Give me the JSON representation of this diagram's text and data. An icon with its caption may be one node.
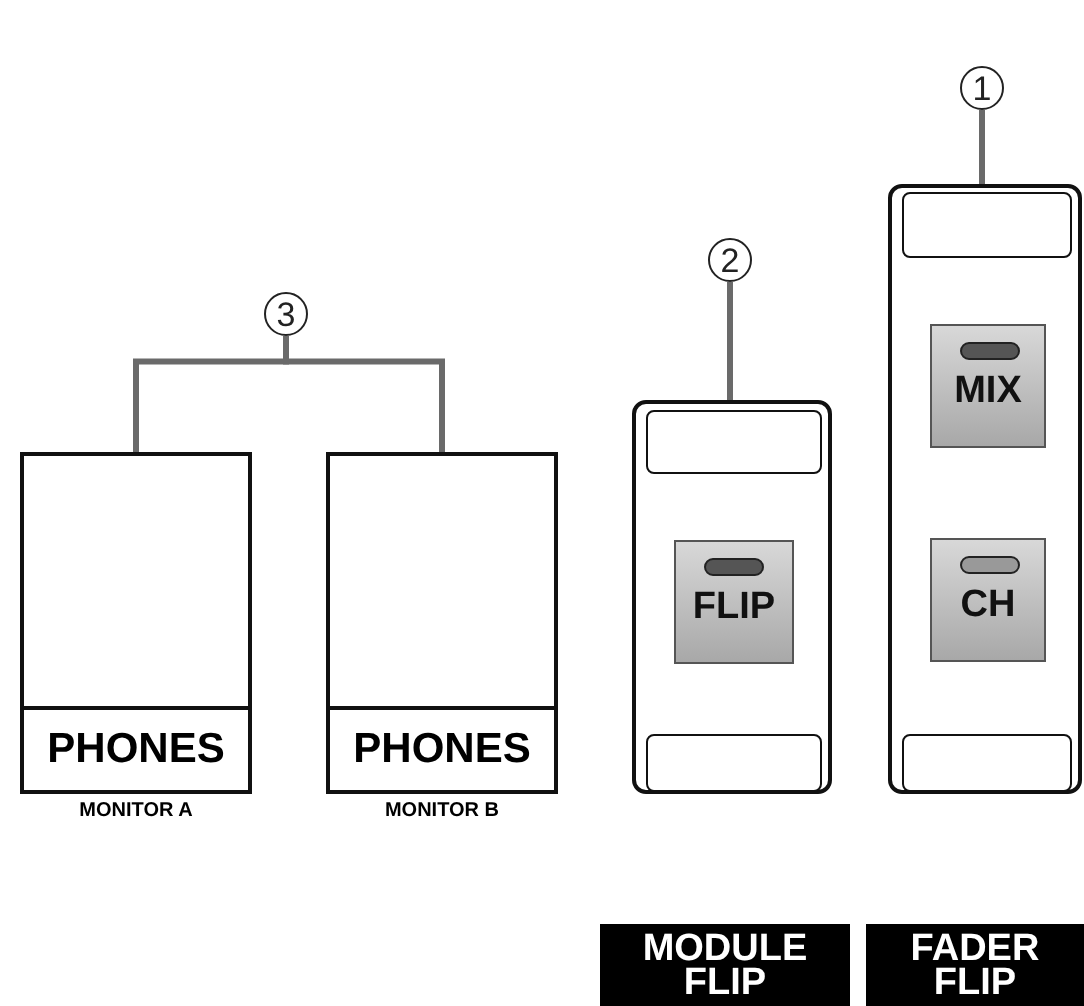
{
  "diagram": {
    "nodes": [
      {
        "text": [
          "3"
        ]
      },
      {
        "text": [
          "PHONES"
        ],
        "beside": [
          "MONITOR A"
        ]
      },
      {
        "text": [
          "PHONES"
        ],
        "beside": [
          "MONITOR B"
        ]
      },
      {
        "text": [
          "2"
        ]
      },
      {
        "text": [],
        "shape": "box"
      },
      {
        "text": [],
        "shape": "box",
        "in": 4
      },
      {
        "text": [
          "FLIP"
        ],
        "in": 4
      },
      {
        "text": [],
        "shape": "box",
        "in": 4
      },
      {
        "text": [
          "1"
        ]
      },
      {
        "text": [],
        "shape": "box"
      },
      {
        "text": [],
        "shape": "box",
        "in": 9
      },
      {
        "text": [
          "MIX"
        ],
        "in": 9
      },
      {
        "text": [
          "CH"
        ],
        "in": 9
      },
      {
        "text": [],
        "shape": "box",
        "in": 9
      },
      {
        "text": [
          "MODULE FLIP"
        ]
      },
      {
        "text": [
          "FADER FLIP"
        ]
      }
    ],
    "edges": [
      {
        "from": 0,
        "to": 1,
        "arrow": "none"
      },
      {
        "from": 0,
        "to": 2,
        "arrow": "none"
      },
      {
        "from": 3,
        "to": 5,
        "arrow": "none"
      },
      {
        "from": 8,
        "to": 10,
        "arrow": "none"
      }
    ]
  }
}
